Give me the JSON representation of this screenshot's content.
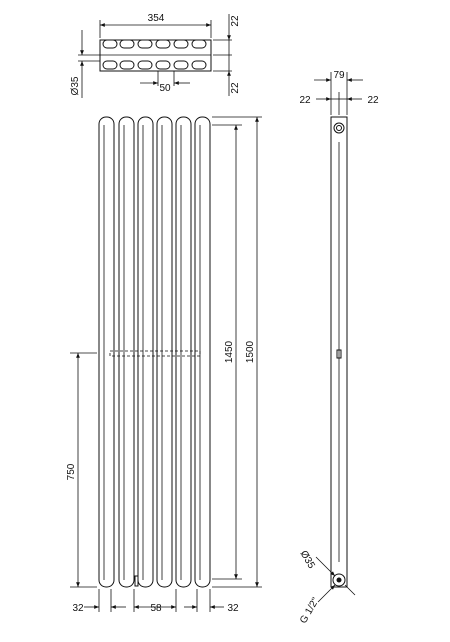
{
  "dimensions": {
    "top_width": "354",
    "top_depth_upper": "22",
    "top_depth_lower": "22",
    "tube_diameter": "Ø35",
    "tube_pitch": "50",
    "side_depth": "79",
    "side_left": "22",
    "side_right": "22",
    "height_1450": "1450",
    "height_1500": "1500",
    "height_750": "750",
    "bottom_left": "32",
    "bottom_centre": "58",
    "bottom_right": "32",
    "valve_diameter": "Ø35",
    "valve_thread": "G 1/2\""
  },
  "colors": {
    "line": "#111111",
    "background": "#ffffff"
  }
}
